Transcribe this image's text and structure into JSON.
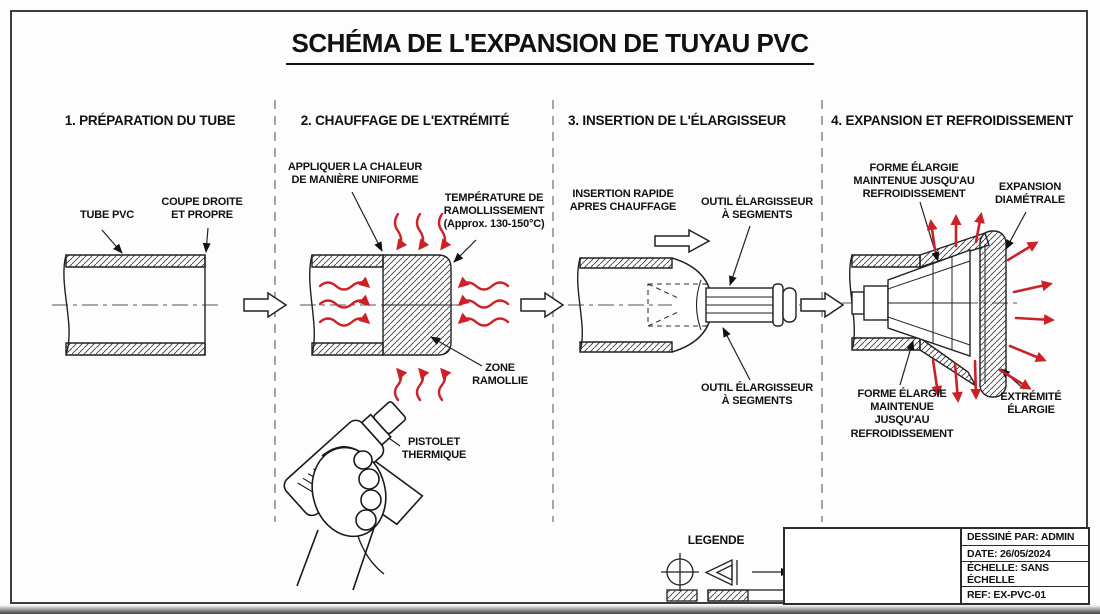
{
  "title": "SCHÉMA DE L'EXPANSION DE TUYAU PVC",
  "panels": {
    "p1": {
      "header": "1. PRÉPARATION DU TUBE",
      "tube_pvc": "TUBE PVC",
      "coupe": "COUPE DROITE\nET PROPRE"
    },
    "p2": {
      "header": "2. CHAUFFAGE DE L'EXTRÉMITÉ",
      "appliquer": "APPLIQUER LA CHALEUR\nDE MANIÈRE UNIFORME",
      "temperature": "TEMPÉRATURE DE\nRAMOLLISSEMENT\n(Approx. 130-150°C)",
      "zone": "ZONE\nRAMOLLIE",
      "pistolet": "PISTOLET\nTHERMIQUE"
    },
    "p3": {
      "header": "3. INSERTION DE L'ÉLARGISSEUR",
      "insertion": "INSERTION RAPIDE\nAPRES CHAUFFAGE",
      "outil_haut": "OUTIL ÉLARGISSEUR\nÀ SEGMENTS",
      "outil_bas": "OUTIL ÉLARGISSEUR\nÀ SEGMENTS"
    },
    "p4": {
      "header": "4. EXPANSION ET REFROIDISSEMENT",
      "forme_haut": "FORME ÉLARGIE\nMAINTENUE JUSQU'AU\nREFROIDISSEMENT",
      "expansion": "EXPANSION\nDIAMÉTRALE",
      "forme_bas": "FORME ÉLARGIE\nMAINTENUE\nJUSQU'AU\nREFROIDISSEMENT",
      "extremite": "EXTRÉMITÉ\nÉLARGIE"
    }
  },
  "legend": {
    "title": "LEGENDE"
  },
  "title_block": {
    "drawn_by": "DESSINÉ PAR: ADMIN",
    "date": "DATE: 26/05/2024",
    "scale": "ÉCHELLE: SANS ÉCHELLE",
    "ref": "REF: EX-PVC-01"
  },
  "colors": {
    "heat_red": "#cc2127",
    "line_dark": "#2b2b2b"
  }
}
